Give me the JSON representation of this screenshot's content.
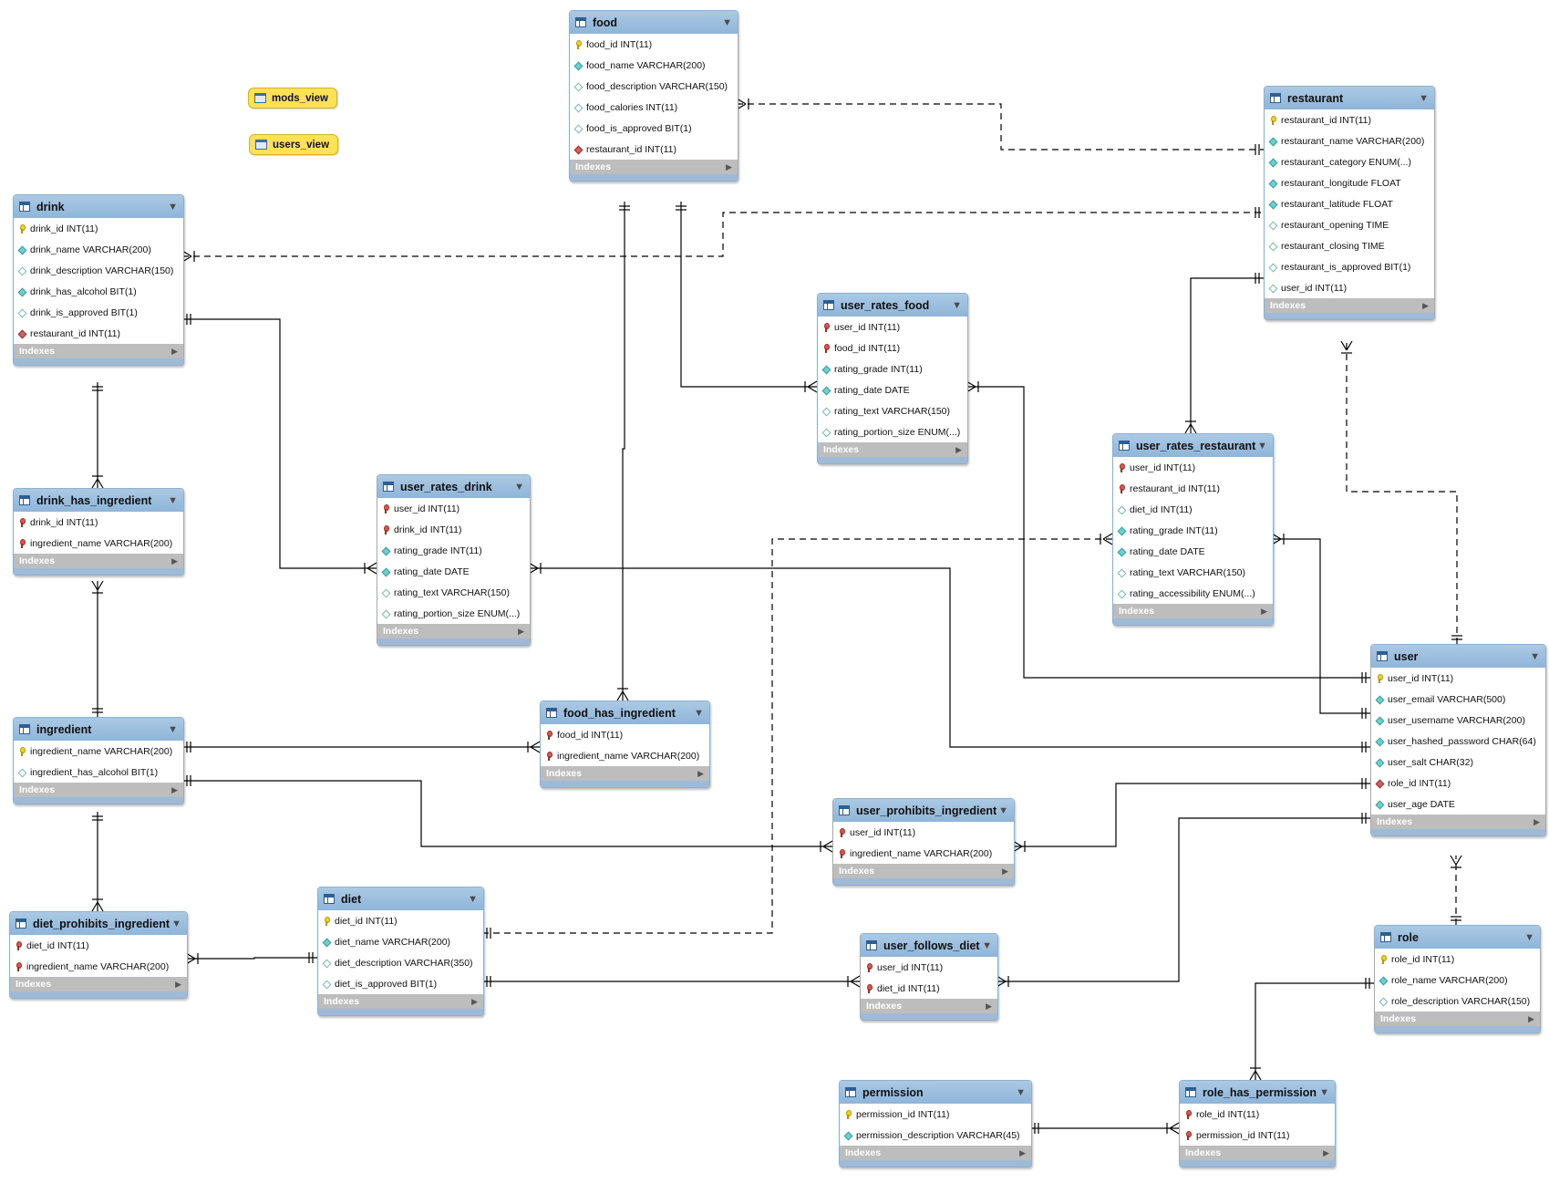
{
  "views": [
    {
      "name": "mods_view"
    },
    {
      "name": "users_view"
    }
  ],
  "indexes_label": "Indexes",
  "colors": {
    "header": "#9dbfe0",
    "view_fill": "#ffe156",
    "footer": "#bdbdbd",
    "connector": "#000000"
  },
  "tables": {
    "food": {
      "name": "food",
      "columns": [
        {
          "text": "food_id INT(11)",
          "icon": "pk"
        },
        {
          "text": "food_name VARCHAR(200)",
          "icon": "nn"
        },
        {
          "text": "food_description VARCHAR(150)",
          "icon": "opt"
        },
        {
          "text": "food_calories INT(11)",
          "icon": "opt"
        },
        {
          "text": "food_is_approved BIT(1)",
          "icon": "opt"
        },
        {
          "text": "restaurant_id INT(11)",
          "icon": "fk"
        }
      ]
    },
    "restaurant": {
      "name": "restaurant",
      "columns": [
        {
          "text": "restaurant_id INT(11)",
          "icon": "pk"
        },
        {
          "text": "restaurant_name VARCHAR(200)",
          "icon": "nn"
        },
        {
          "text": "restaurant_category ENUM(...)",
          "icon": "nn"
        },
        {
          "text": "restaurant_longitude FLOAT",
          "icon": "nn"
        },
        {
          "text": "restaurant_latitude FLOAT",
          "icon": "nn"
        },
        {
          "text": "restaurant_opening TIME",
          "icon": "opt"
        },
        {
          "text": "restaurant_closing TIME",
          "icon": "opt"
        },
        {
          "text": "restaurant_is_approved BIT(1)",
          "icon": "opt"
        },
        {
          "text": "user_id INT(11)",
          "icon": "opt"
        }
      ]
    },
    "drink": {
      "name": "drink",
      "columns": [
        {
          "text": "drink_id INT(11)",
          "icon": "pk"
        },
        {
          "text": "drink_name VARCHAR(200)",
          "icon": "nn"
        },
        {
          "text": "drink_description VARCHAR(150)",
          "icon": "opt"
        },
        {
          "text": "drink_has_alcohol BIT(1)",
          "icon": "nn"
        },
        {
          "text": "drink_is_approved BIT(1)",
          "icon": "opt"
        },
        {
          "text": "restaurant_id INT(11)",
          "icon": "fk"
        }
      ]
    },
    "user_rates_food": {
      "name": "user_rates_food",
      "columns": [
        {
          "text": "user_id INT(11)",
          "icon": "fkpk"
        },
        {
          "text": "food_id INT(11)",
          "icon": "fkpk"
        },
        {
          "text": "rating_grade INT(11)",
          "icon": "nn"
        },
        {
          "text": "rating_date DATE",
          "icon": "nn"
        },
        {
          "text": "rating_text VARCHAR(150)",
          "icon": "opt"
        },
        {
          "text": "rating_portion_size ENUM(...)",
          "icon": "opt"
        }
      ]
    },
    "user_rates_restaurant": {
      "name": "user_rates_restaurant",
      "columns": [
        {
          "text": "user_id INT(11)",
          "icon": "fkpk"
        },
        {
          "text": "restaurant_id INT(11)",
          "icon": "fkpk"
        },
        {
          "text": "diet_id INT(11)",
          "icon": "opt"
        },
        {
          "text": "rating_grade INT(11)",
          "icon": "nn"
        },
        {
          "text": "rating_date DATE",
          "icon": "nn"
        },
        {
          "text": "rating_text VARCHAR(150)",
          "icon": "opt"
        },
        {
          "text": "rating_accessibility ENUM(...)",
          "icon": "opt"
        }
      ]
    },
    "drink_has_ingredient": {
      "name": "drink_has_ingredient",
      "columns": [
        {
          "text": "drink_id INT(11)",
          "icon": "fkpk"
        },
        {
          "text": "ingredient_name VARCHAR(200)",
          "icon": "fkpk"
        }
      ]
    },
    "user_rates_drink": {
      "name": "user_rates_drink",
      "columns": [
        {
          "text": "user_id INT(11)",
          "icon": "fkpk"
        },
        {
          "text": "drink_id INT(11)",
          "icon": "fkpk"
        },
        {
          "text": "rating_grade INT(11)",
          "icon": "nn"
        },
        {
          "text": "rating_date DATE",
          "icon": "nn"
        },
        {
          "text": "rating_text VARCHAR(150)",
          "icon": "opt"
        },
        {
          "text": "rating_portion_size ENUM(...)",
          "icon": "opt"
        }
      ]
    },
    "user": {
      "name": "user",
      "columns": [
        {
          "text": "user_id INT(11)",
          "icon": "pk"
        },
        {
          "text": "user_email VARCHAR(500)",
          "icon": "nn"
        },
        {
          "text": "user_username VARCHAR(200)",
          "icon": "nn"
        },
        {
          "text": "user_hashed_password CHAR(64)",
          "icon": "nn"
        },
        {
          "text": "user_salt CHAR(32)",
          "icon": "nn"
        },
        {
          "text": "role_id INT(11)",
          "icon": "fk"
        },
        {
          "text": "user_age DATE",
          "icon": "nn"
        }
      ]
    },
    "ingredient": {
      "name": "ingredient",
      "columns": [
        {
          "text": "ingredient_name VARCHAR(200)",
          "icon": "pk"
        },
        {
          "text": "ingredient_has_alcohol BIT(1)",
          "icon": "opt"
        }
      ]
    },
    "food_has_ingredient": {
      "name": "food_has_ingredient",
      "columns": [
        {
          "text": "food_id INT(11)",
          "icon": "fkpk"
        },
        {
          "text": "ingredient_name VARCHAR(200)",
          "icon": "fkpk"
        }
      ]
    },
    "user_prohibits_ingredient": {
      "name": "user_prohibits_ingredient",
      "columns": [
        {
          "text": "user_id INT(11)",
          "icon": "fkpk"
        },
        {
          "text": "ingredient_name VARCHAR(200)",
          "icon": "fkpk"
        }
      ]
    },
    "diet_prohibits_ingredient": {
      "name": "diet_prohibits_ingredient",
      "columns": [
        {
          "text": "diet_id INT(11)",
          "icon": "fkpk"
        },
        {
          "text": "ingredient_name VARCHAR(200)",
          "icon": "fkpk"
        }
      ]
    },
    "diet": {
      "name": "diet",
      "columns": [
        {
          "text": "diet_id INT(11)",
          "icon": "pk"
        },
        {
          "text": "diet_name VARCHAR(200)",
          "icon": "nn"
        },
        {
          "text": "diet_description VARCHAR(350)",
          "icon": "opt"
        },
        {
          "text": "diet_is_approved BIT(1)",
          "icon": "opt"
        }
      ]
    },
    "user_follows_diet": {
      "name": "user_follows_diet",
      "columns": [
        {
          "text": "user_id INT(11)",
          "icon": "fkpk"
        },
        {
          "text": "diet_id INT(11)",
          "icon": "fkpk"
        }
      ]
    },
    "role": {
      "name": "role",
      "columns": [
        {
          "text": "role_id INT(11)",
          "icon": "pk"
        },
        {
          "text": "role_name VARCHAR(200)",
          "icon": "nn"
        },
        {
          "text": "role_description VARCHAR(150)",
          "icon": "opt"
        }
      ]
    },
    "permission": {
      "name": "permission",
      "columns": [
        {
          "text": "permission_id INT(11)",
          "icon": "pk"
        },
        {
          "text": "permission_description VARCHAR(45)",
          "icon": "nn"
        }
      ]
    },
    "role_has_permission": {
      "name": "role_has_permission",
      "columns": [
        {
          "text": "role_id INT(11)",
          "icon": "fkpk"
        },
        {
          "text": "permission_id INT(11)",
          "icon": "fkpk"
        }
      ]
    }
  },
  "relationships": [
    {
      "from": "restaurant",
      "to": "food",
      "kind": "optional"
    },
    {
      "from": "restaurant",
      "to": "drink",
      "kind": "optional"
    },
    {
      "from": "food",
      "to": "user_rates_food",
      "kind": "identifying"
    },
    {
      "from": "food",
      "to": "food_has_ingredient",
      "kind": "identifying"
    },
    {
      "from": "drink",
      "to": "user_rates_drink",
      "kind": "identifying"
    },
    {
      "from": "drink",
      "to": "drink_has_ingredient",
      "kind": "identifying"
    },
    {
      "from": "ingredient",
      "to": "drink_has_ingredient",
      "kind": "identifying"
    },
    {
      "from": "ingredient",
      "to": "food_has_ingredient",
      "kind": "identifying"
    },
    {
      "from": "ingredient",
      "to": "user_prohibits_ingredient",
      "kind": "identifying"
    },
    {
      "from": "ingredient",
      "to": "diet_prohibits_ingredient",
      "kind": "identifying"
    },
    {
      "from": "diet",
      "to": "diet_prohibits_ingredient",
      "kind": "identifying"
    },
    {
      "from": "diet",
      "to": "user_follows_diet",
      "kind": "identifying"
    },
    {
      "from": "diet",
      "to": "user_rates_restaurant",
      "kind": "optional"
    },
    {
      "from": "restaurant",
      "to": "user_rates_restaurant",
      "kind": "identifying"
    },
    {
      "from": "user",
      "to": "restaurant",
      "kind": "optional"
    },
    {
      "from": "user",
      "to": "user_rates_food",
      "kind": "identifying"
    },
    {
      "from": "user",
      "to": "user_rates_restaurant",
      "kind": "identifying"
    },
    {
      "from": "user",
      "to": "user_rates_drink",
      "kind": "identifying"
    },
    {
      "from": "user",
      "to": "user_prohibits_ingredient",
      "kind": "identifying"
    },
    {
      "from": "user",
      "to": "user_follows_diet",
      "kind": "identifying"
    },
    {
      "from": "role",
      "to": "user",
      "kind": "optional"
    },
    {
      "from": "role",
      "to": "role_has_permission",
      "kind": "identifying"
    },
    {
      "from": "permission",
      "to": "role_has_permission",
      "kind": "identifying"
    }
  ]
}
